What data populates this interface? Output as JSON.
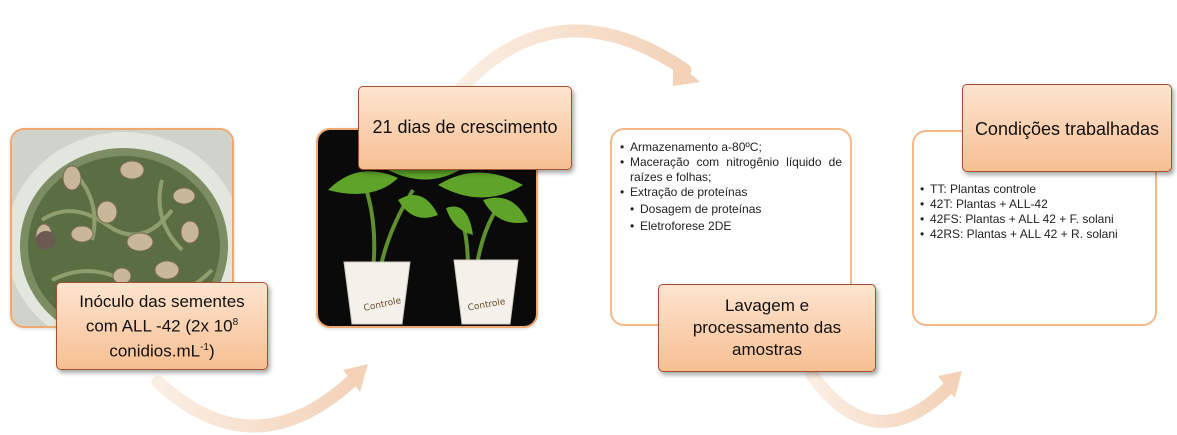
{
  "step1": {
    "label_line1": "Inóculo das sementes",
    "label_line2": "com ALL -42 (2x 10",
    "label_sup1": "8",
    "label_line3": "conidios.mL",
    "label_sup2": "-1",
    "label_close": ")"
  },
  "step2": {
    "label": "21 dias de crescimento",
    "cup_text": "Controle"
  },
  "step3": {
    "items": [
      "Armazenamento a-80ºC;",
      "Maceração com nitrogênio líquido de raízes e folhas;",
      "Extração de proteínas",
      "Dosagem de proteínas",
      "Eletroforese 2DE"
    ],
    "label": "Lavagem e processamento das amostras"
  },
  "step4": {
    "label": "Condições trabalhadas",
    "items": [
      "TT: Plantas controle",
      "42T: Plantas + ALL-42",
      "42FS: Plantas + ALL 42 + F. solani",
      "42RS: Plantas + ALL 42 + R. solani"
    ]
  },
  "colors": {
    "label_fill_top": "#fde4cf",
    "label_fill_bottom": "#f7bf92",
    "label_border": "#a0522d",
    "card_border": "#f3b98a",
    "arrow": "#f6dcc7"
  }
}
